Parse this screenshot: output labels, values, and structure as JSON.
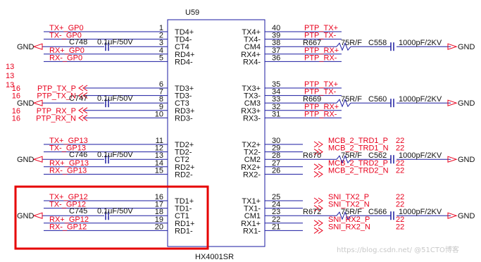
{
  "chip": {
    "ref": "U59",
    "part": "HX4001SR",
    "left_pins": [
      {
        "name": "TD4+",
        "num": "1"
      },
      {
        "name": "TD4-",
        "num": "2"
      },
      {
        "name": "CT4",
        "num": "3"
      },
      {
        "name": "RD4+",
        "num": "4"
      },
      {
        "name": "RD4-",
        "num": "5"
      },
      {
        "name": "TD3+",
        "num": "6"
      },
      {
        "name": "TD3-",
        "num": "7"
      },
      {
        "name": "CT3",
        "num": "8"
      },
      {
        "name": "RD3+",
        "num": "9"
      },
      {
        "name": "RD3-",
        "num": "10"
      },
      {
        "name": "TD2+",
        "num": "11"
      },
      {
        "name": "TD2-",
        "num": "12"
      },
      {
        "name": "CT2",
        "num": "13"
      },
      {
        "name": "RD2+",
        "num": "14"
      },
      {
        "name": "RD2-",
        "num": "15"
      },
      {
        "name": "TD1+",
        "num": "16"
      },
      {
        "name": "TD1-",
        "num": "17"
      },
      {
        "name": "CT1",
        "num": "18"
      },
      {
        "name": "RD1+",
        "num": "19"
      },
      {
        "name": "RD1-",
        "num": "20"
      }
    ],
    "right_pins": [
      {
        "name": "TX4+",
        "num": "40"
      },
      {
        "name": "TX4-",
        "num": "39"
      },
      {
        "name": "CM4",
        "num": "38"
      },
      {
        "name": "RX4+",
        "num": "37"
      },
      {
        "name": "RX4-",
        "num": "36"
      },
      {
        "name": "TX3+",
        "num": "35"
      },
      {
        "name": "TX3-",
        "num": "34"
      },
      {
        "name": "CM3",
        "num": "33"
      },
      {
        "name": "RX3+",
        "num": "32"
      },
      {
        "name": "RX3-",
        "num": "31"
      },
      {
        "name": "TX2+",
        "num": "30"
      },
      {
        "name": "TX2-",
        "num": "29"
      },
      {
        "name": "CM2",
        "num": "28"
      },
      {
        "name": "RX2+",
        "num": "27"
      },
      {
        "name": "RX2-",
        "num": "26"
      },
      {
        "name": "TX1+",
        "num": "25"
      },
      {
        "name": "TX1-",
        "num": "24"
      },
      {
        "name": "CM1",
        "num": "23"
      },
      {
        "name": "RX1+",
        "num": "22"
      },
      {
        "name": "RX1-",
        "num": "21"
      }
    ]
  },
  "left_nets": {
    "g4": [
      "TX+_GP0",
      "TX-_GP0",
      "RX+_GP0",
      "RX-_GP0"
    ],
    "g2": [
      "TX+_GP13",
      "TX-_GP13",
      "RX+_GP13",
      "RX-_GP13"
    ],
    "g1": [
      "TX+_GP12",
      "TX-_GP12",
      "RX+_GP12",
      "RX-_GP12"
    ],
    "g3": [
      "PTP_TX_P",
      "PTP_TX_N",
      "PTP_RX_P",
      "PTP_RX_N"
    ],
    "g3_refs": [
      "16",
      "16",
      "16",
      "16"
    ],
    "far_left_refs": [
      "13",
      "13",
      "13"
    ],
    "gnd": "GND",
    "caps": [
      {
        "ref": "C748",
        "value": "0.1uF/50V"
      },
      {
        "ref": "C747",
        "value": "0.1uF/50V"
      },
      {
        "ref": "C746",
        "value": "0.1uF/50V"
      },
      {
        "ref": "C745",
        "value": "0.1uF/50V"
      }
    ]
  },
  "right_nets": {
    "g4": [
      "PTP_TX+",
      "PTP_TX-",
      "PTP_RX+",
      "PTP_RX-"
    ],
    "g3": [
      "PTP_TX+",
      "PTP_TX-",
      "PTP_RX+",
      "PTP_RX-"
    ],
    "g2": [
      "MCB_2_TRD1_P",
      "MCB_2_TRD1_N",
      "MCB_2_TRD2_P",
      "MCB_2_TRD2_N"
    ],
    "g1": [
      "SNI_TX2_P",
      "SNI_TX2_N",
      "SNI_RX2_P",
      "SNI_RX2_N"
    ],
    "ref": "22",
    "gnd": "GND",
    "res": [
      {
        "ref": "R667",
        "value": "75R/F"
      },
      {
        "ref": "R669",
        "value": "75R/F"
      },
      {
        "ref": "R670",
        "value": "75R/F"
      },
      {
        "ref": "R672",
        "value": "75R/F"
      }
    ],
    "caps": [
      {
        "ref": "C558",
        "value": "1000pF/2KV"
      },
      {
        "ref": "C560",
        "value": "1000pF/2KV"
      },
      {
        "ref": "C562",
        "value": "1000pF/2KV"
      },
      {
        "ref": "C566",
        "value": "1000pF/2KV"
      }
    ]
  },
  "watermark": "https://blog.csdn.net/ @51CTO博客",
  "colors": {
    "net": "#e8001c",
    "wire": "#1a1aa0",
    "highlight": "#e60000",
    "text": "#111111"
  }
}
